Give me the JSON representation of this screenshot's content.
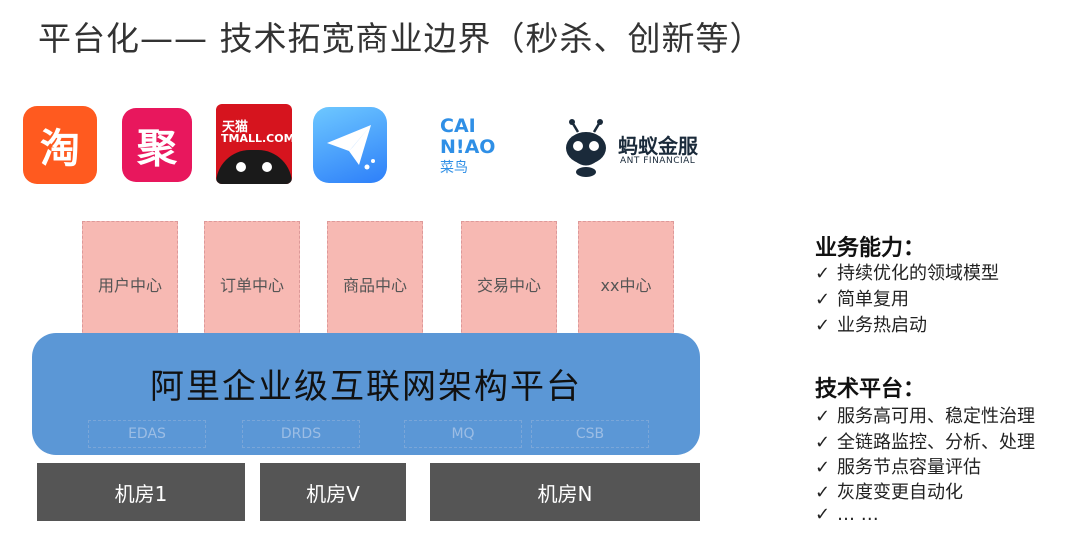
{
  "title": "平台化—— 技术拓宽商业边界（秒杀、创新等）",
  "logos": {
    "taobao": "淘",
    "ju": "聚",
    "tmall": {
      "cn": "天猫",
      "en": "TMALL.COM"
    },
    "cainiao": {
      "line1": "CAI",
      "line2": "N!AO",
      "cn": "菜鸟"
    },
    "ant": {
      "cn": "蚂蚁金服",
      "en": "ANT FINANCIAL"
    }
  },
  "services": [
    "用户中心",
    "订单中心",
    "商品中心",
    "交易中心",
    "xx中心"
  ],
  "platform": {
    "title": "阿里企业级互联网架构平台",
    "middleware": [
      "EDAS",
      "DRDS",
      "MQ",
      "CSB"
    ]
  },
  "rooms": [
    "机房1",
    "机房V",
    "机房N"
  ],
  "business": {
    "heading": "业务能力：",
    "items": [
      "持续优化的领域模型",
      "简单复用",
      "业务热启动"
    ]
  },
  "tech": {
    "heading": "技术平台：",
    "items": [
      "服务高可用、稳定性治理",
      "全链路监控、分析、处理",
      "服务节点容量评估",
      "灰度变更自动化",
      "… …"
    ]
  },
  "check_mark": "✓",
  "colors": {
    "service": "#f7b9b3",
    "platform": "#5b97d6",
    "room": "#555555"
  }
}
